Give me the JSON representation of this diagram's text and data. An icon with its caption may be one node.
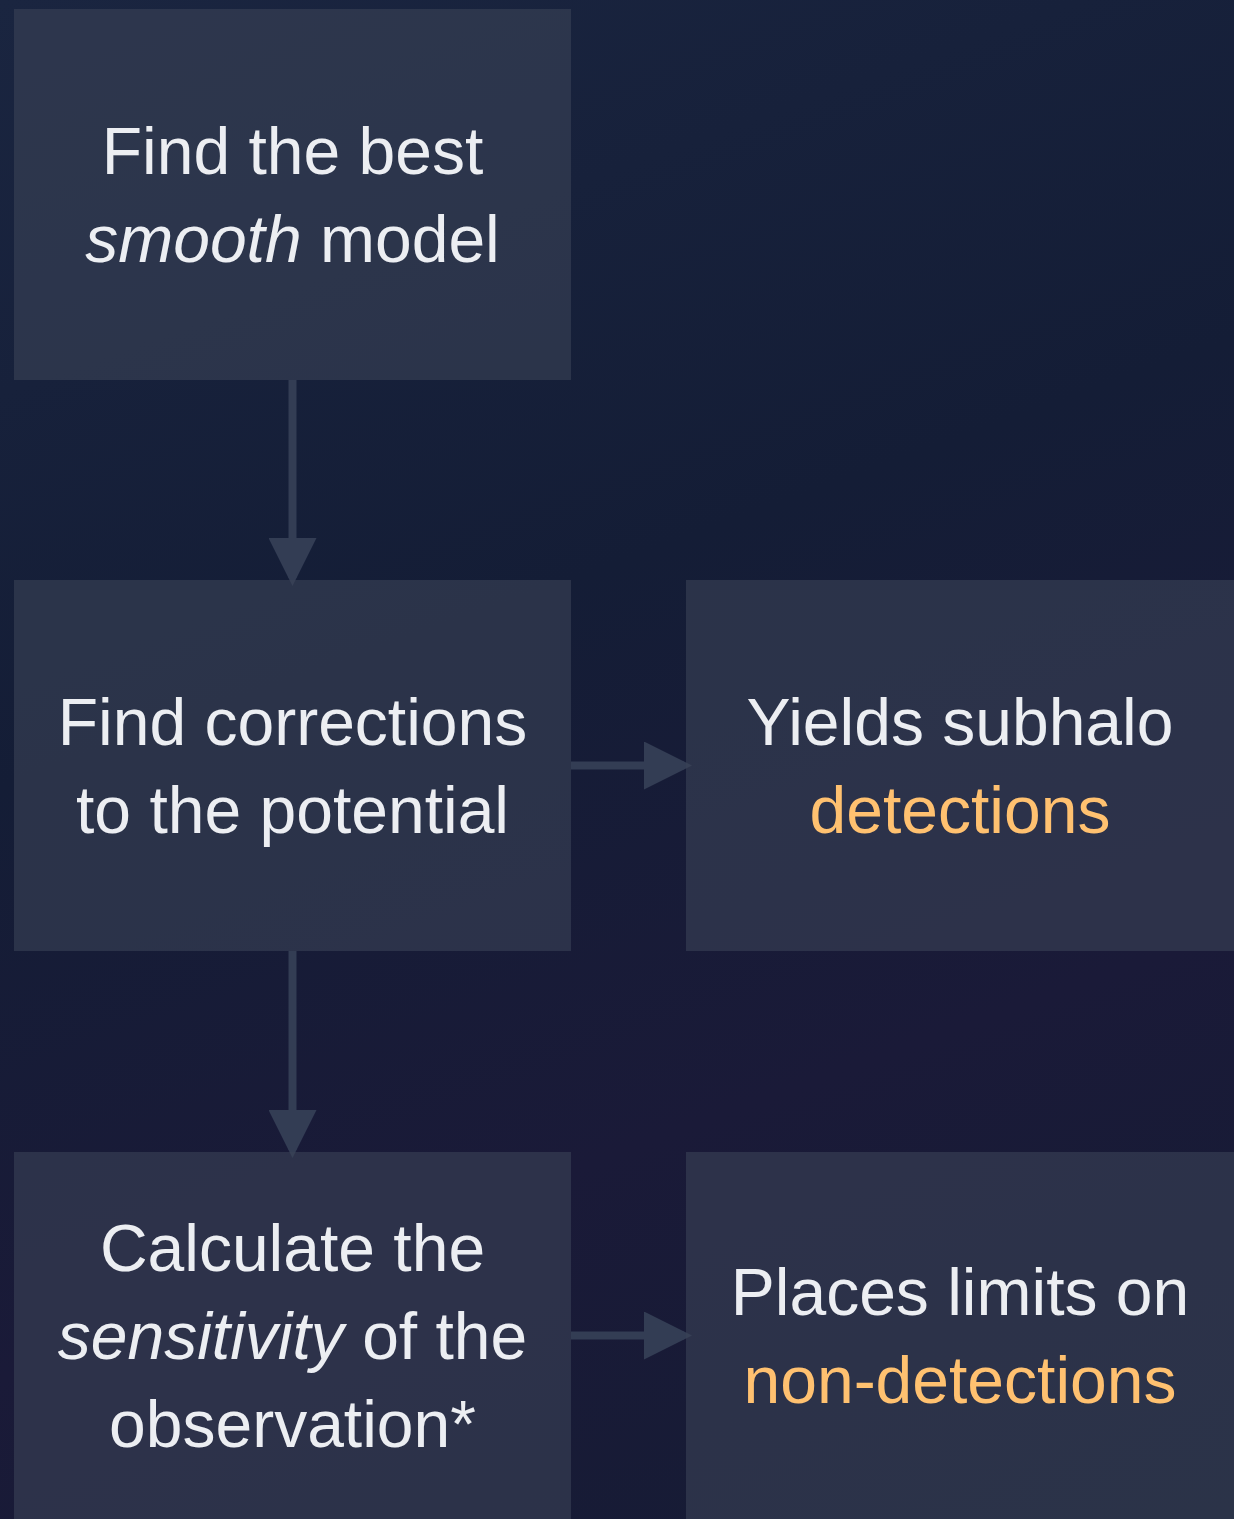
{
  "diagram": {
    "nodes": [
      {
        "text": [
          "Find the best *smooth* model"
        ]
      },
      {
        "text": [
          "Find corrections to the potential"
        ]
      },
      {
        "text": [
          "Yields subhalo",
          "detections"
        ]
      },
      {
        "text": [
          "Calculate the *sensitivity* of the observation*"
        ]
      },
      {
        "text": [
          "Places limits on",
          "non-detections"
        ]
      }
    ],
    "edges": [
      {
        "from": 0,
        "to": 1,
        "arrow": "to"
      },
      {
        "from": 1,
        "to": 2,
        "arrow": "to"
      },
      {
        "from": 1,
        "to": 3,
        "arrow": "to"
      },
      {
        "from": 3,
        "to": 4,
        "arrow": "to"
      }
    ]
  }
}
